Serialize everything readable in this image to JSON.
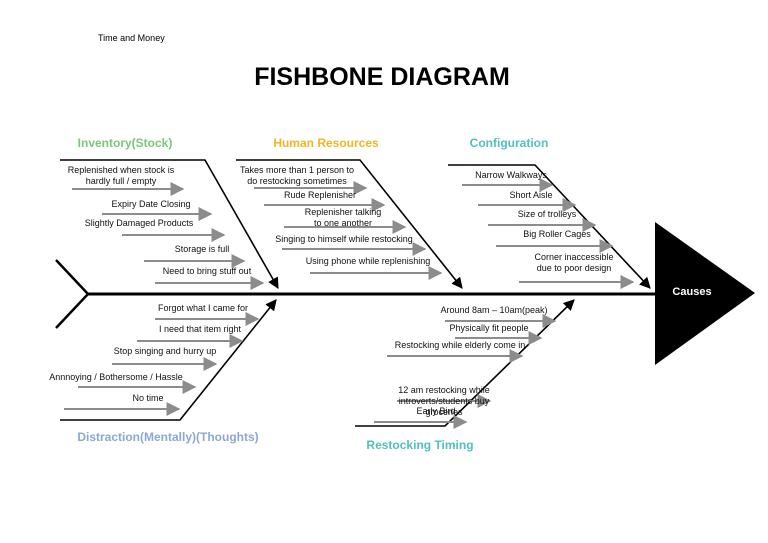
{
  "header": {
    "subtitle": "Time and Money",
    "title": "FISHBONE DIAGRAM"
  },
  "head": {
    "label": "Causes"
  },
  "colors": {
    "green": "#7bc67b",
    "orange": "#f2b621",
    "teal": "#4fc1bb",
    "blue": "#8da7d6",
    "arrow": "#8c8c8c",
    "ink": "#000000"
  },
  "categories": {
    "inventory": {
      "label": "Inventory(Stock)",
      "items": [
        [
          "Replenished when stock is",
          "hardly full / empty"
        ],
        [
          "Expiry Date Closing"
        ],
        [
          "Slightly Damaged Products"
        ],
        [
          "Storage is full"
        ],
        [
          "Need to bring stuff out"
        ]
      ]
    },
    "human": {
      "label": "Human Resources",
      "items": [
        [
          "Takes more than 1 person to",
          "do restocking sometimes"
        ],
        [
          "Rude Replenisher"
        ],
        [
          "Replenisher talking",
          "to one another"
        ],
        [
          "Singing to himself while restocking"
        ],
        [
          "Using phone while replenishing"
        ]
      ]
    },
    "config": {
      "label": "Configuration",
      "items": [
        [
          "Narrow Walkways"
        ],
        [
          "Short Aisle"
        ],
        [
          "Size of trolleys"
        ],
        [
          "Big Roller Cages"
        ],
        [
          "Corner inaccessible",
          "due to poor design"
        ]
      ]
    },
    "distraction": {
      "label": "Distraction(Mentally)(Thoughts)",
      "items": [
        [
          "Forgot what I came for"
        ],
        [
          "I need that item right"
        ],
        [
          "Stop singing and hurry up"
        ],
        [
          "Annnoying / Bothersome / Hassle"
        ],
        [
          "No time"
        ]
      ]
    },
    "timing": {
      "label": "Restocking Timing",
      "items": [
        [
          "Around 8am – 10am(peak)"
        ],
        [
          "Physically fit people"
        ],
        [
          "Restocking while elderly come in"
        ],
        [
          "12 am restocking while",
          "introverts/students buy",
          "groceries"
        ],
        [
          "Early Bird"
        ]
      ]
    }
  }
}
